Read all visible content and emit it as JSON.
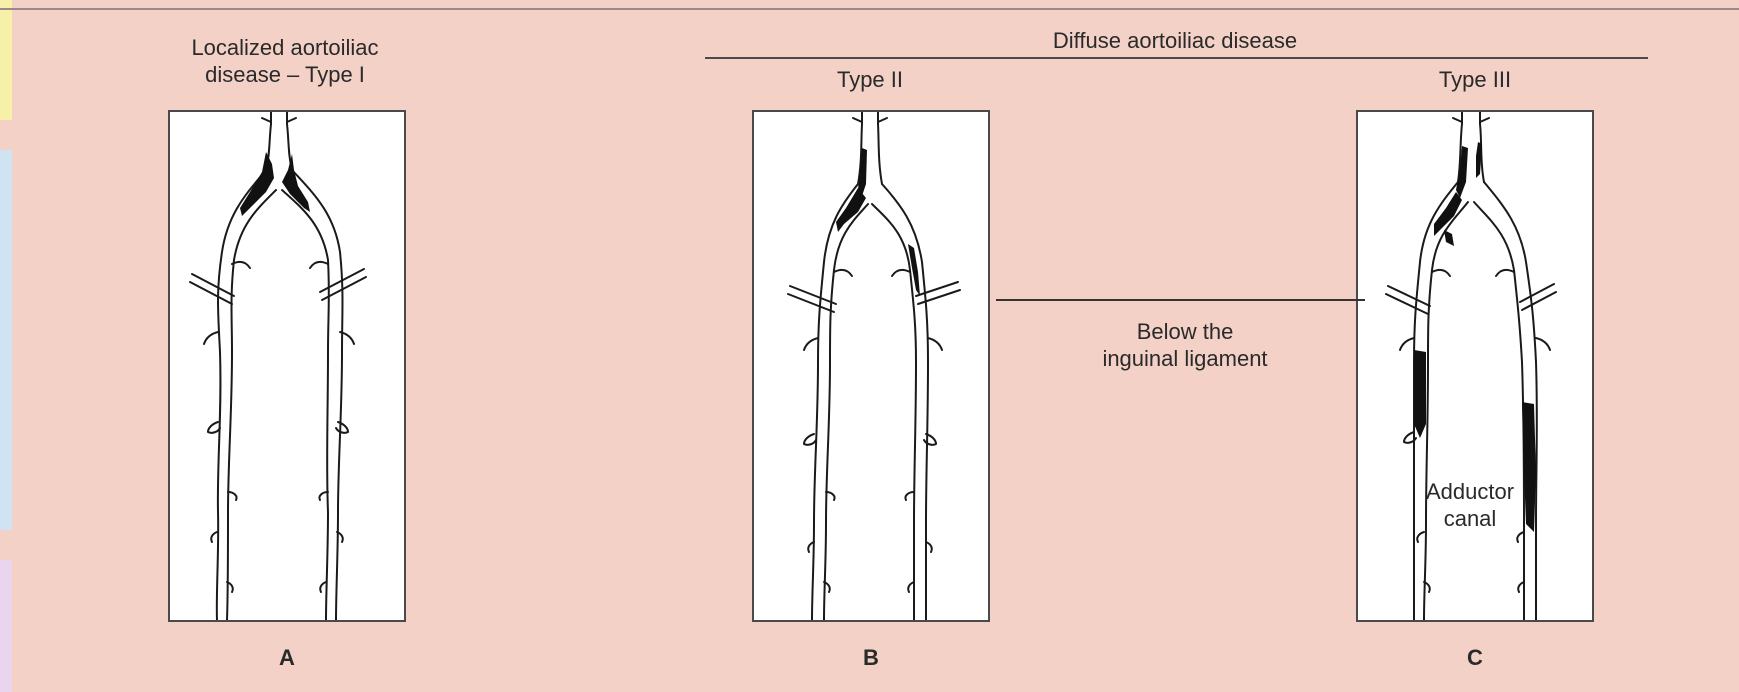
{
  "figure": {
    "panel_a": {
      "heading_line1": "Localized aortoiliac",
      "heading_line2": "disease – Type I",
      "letter": "A"
    },
    "group_heading": "Diffuse aortoiliac disease",
    "panel_b": {
      "heading": "Type II",
      "letter": "B"
    },
    "panel_c": {
      "heading": "Type III",
      "letter": "C",
      "annotation_line1": "Adductor",
      "annotation_line2": "canal"
    },
    "pointer_label_line1": "Below the",
    "pointer_label_line2": "inguinal ligament"
  },
  "colors": {
    "background": "#f3d1c7",
    "panel": "#ffffff",
    "vessel_outline": "#1a1a1a",
    "disease": "#111111"
  }
}
